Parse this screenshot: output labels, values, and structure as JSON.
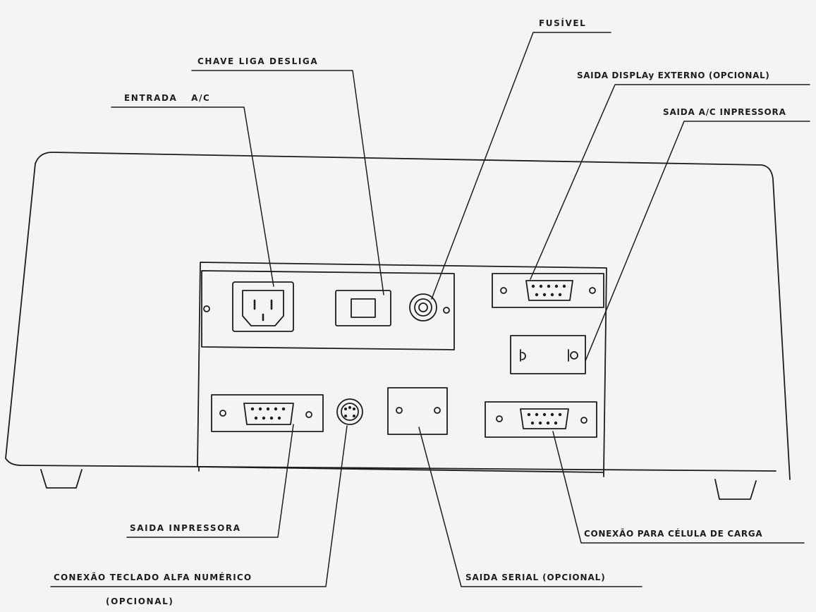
{
  "labels": {
    "fusivel": "FUSÍVEL",
    "chave": "CHAVE LIGA DESLIGA",
    "saida_display": "SAIDA DISPLAy EXTERNO (OPCIONAL)",
    "entrada_ac": "ENTRADA A/C",
    "saida_ac_impressora": "SAIDA A/C INPRESSORA",
    "saida_impressora": "SAIDA INPRESSORA",
    "conexao_celula": "CONEXÃO PARA CÉLULA DE CARGA",
    "conexao_teclado": "CONEXÃO TECLADO ALFA NUMÉRICO",
    "opcional": "(OPCIONAL)",
    "saida_serial": "SAIDA SERIAL (OPCIONAL)"
  },
  "colors": {
    "ink": "#1d1d1d",
    "paper": "#f4f4f2"
  }
}
